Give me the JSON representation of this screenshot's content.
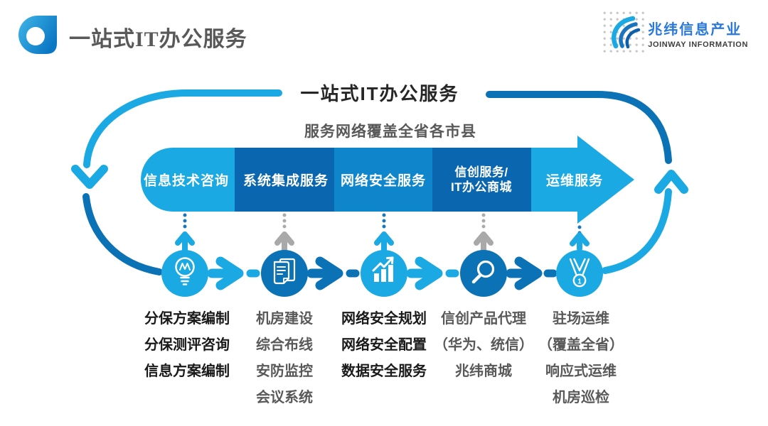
{
  "colors": {
    "c_light": "#1AA9E3",
    "c_mid": "#0F86CC",
    "c_dark": "#0A67AF",
    "c_dark2": "#0B72B5",
    "c_dot_blue": "#1778C0",
    "c_gray": "#A9A9A9",
    "c_dot_gray": "#ABABAB",
    "text_dark": "#262626",
    "text_gray": "#595959",
    "text_black": "#1A1A1A",
    "header_gray": "#595959",
    "brand_blue": "#2878DC",
    "brand_dark": "#3D3D3D"
  },
  "header": {
    "title": "一站式IT办公服务"
  },
  "brand": {
    "name_cn": "兆纬信息产业",
    "name_en": "JOINWAY INFORMATION"
  },
  "diagram": {
    "title": "一站式IT办公服务",
    "subtitle": "服务网络覆盖全省各市县",
    "banner": [
      {
        "label": "信息技术咨询",
        "color": "#1AA9E3"
      },
      {
        "label": "系统集成服务",
        "color": "#0A67AF"
      },
      {
        "label": "网络安全服务",
        "color": "#0F86CC"
      },
      {
        "label": "信创服务/",
        "label2": "IT办公商城",
        "color": "#0A67AF"
      },
      {
        "label": "运维服务",
        "color": "#1AA9E3"
      }
    ],
    "icons": [
      {
        "name": "lightbulb",
        "color": "#1AA9E3",
        "connector": "blue"
      },
      {
        "name": "document",
        "color": "#0B72B5",
        "connector": "gray"
      },
      {
        "name": "chart",
        "color": "#1AA9E3",
        "connector": "blue"
      },
      {
        "name": "magnifier",
        "color": "#0B72B5",
        "connector": "gray"
      },
      {
        "name": "medal",
        "color": "#1AA9E3",
        "connector": "blue",
        "badge": "1"
      }
    ],
    "columns": [
      {
        "tone": "black",
        "items": [
          "分保方案编制",
          "分保测评咨询",
          "信息方案编制"
        ]
      },
      {
        "tone": "gray",
        "items": [
          "机房建设",
          "综合布线",
          "安防监控",
          "会议系统"
        ]
      },
      {
        "tone": "black",
        "items": [
          "网络安全规划",
          "网络安全配置",
          "数据安全服务"
        ]
      },
      {
        "tone": "gray",
        "items": [
          "信创产品代理",
          "（华为、统信）",
          "兆纬商城"
        ]
      },
      {
        "tone": "gray",
        "items": [
          "驻场运维",
          "（覆盖全省）",
          "响应式运维",
          "机房巡检"
        ]
      }
    ]
  }
}
